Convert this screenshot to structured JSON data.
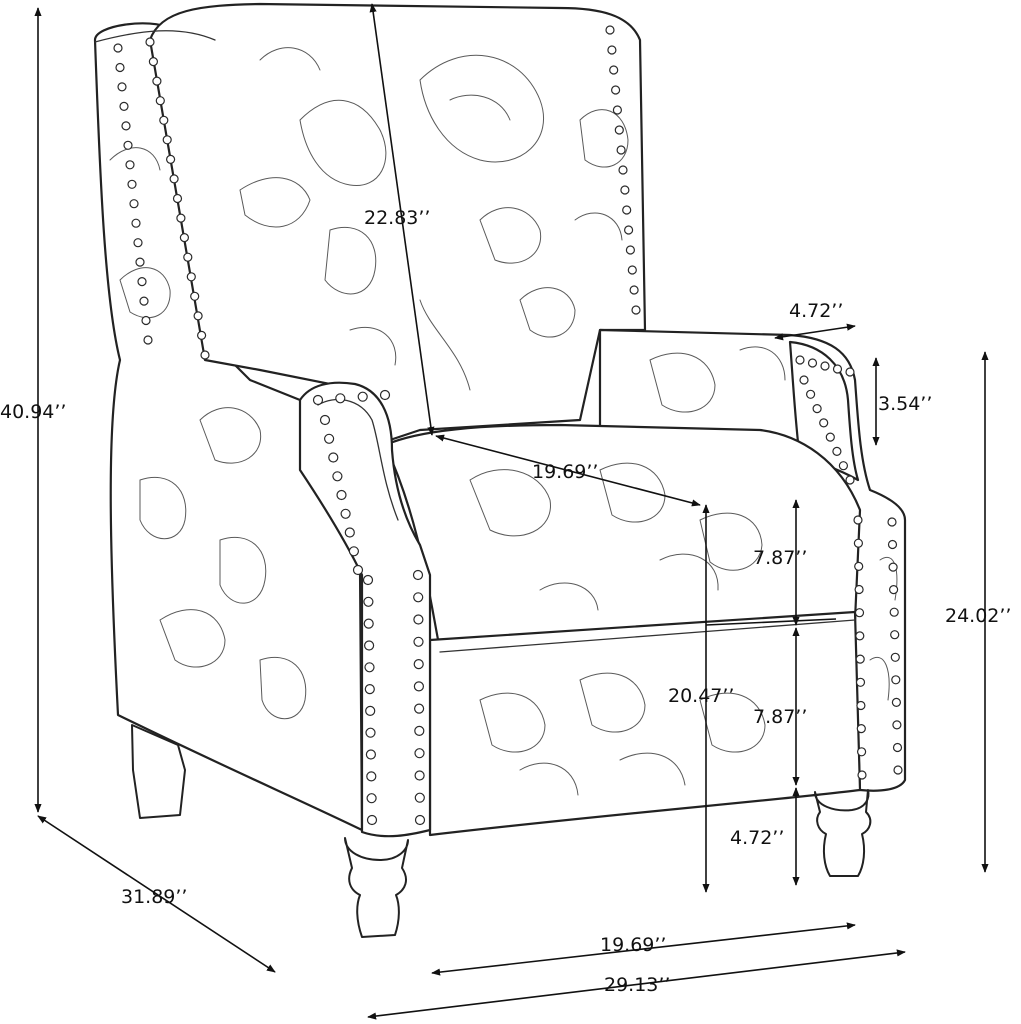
{
  "dimensions": {
    "back_height": "22.83’’",
    "total_height": "40.94’’",
    "arm_width": "4.72’’",
    "arm_height": "3.54’’",
    "seat_depth": "19.69’’",
    "seat_cushion_thickness": "7.87’’",
    "seat_height": "20.47’’",
    "base_height": "7.87’’",
    "leg_height": "4.72’’",
    "arm_to_floor_height": "24.02’’",
    "total_depth": "31.89’’",
    "seat_width": "19.69’’",
    "total_width": "29.13’’"
  }
}
